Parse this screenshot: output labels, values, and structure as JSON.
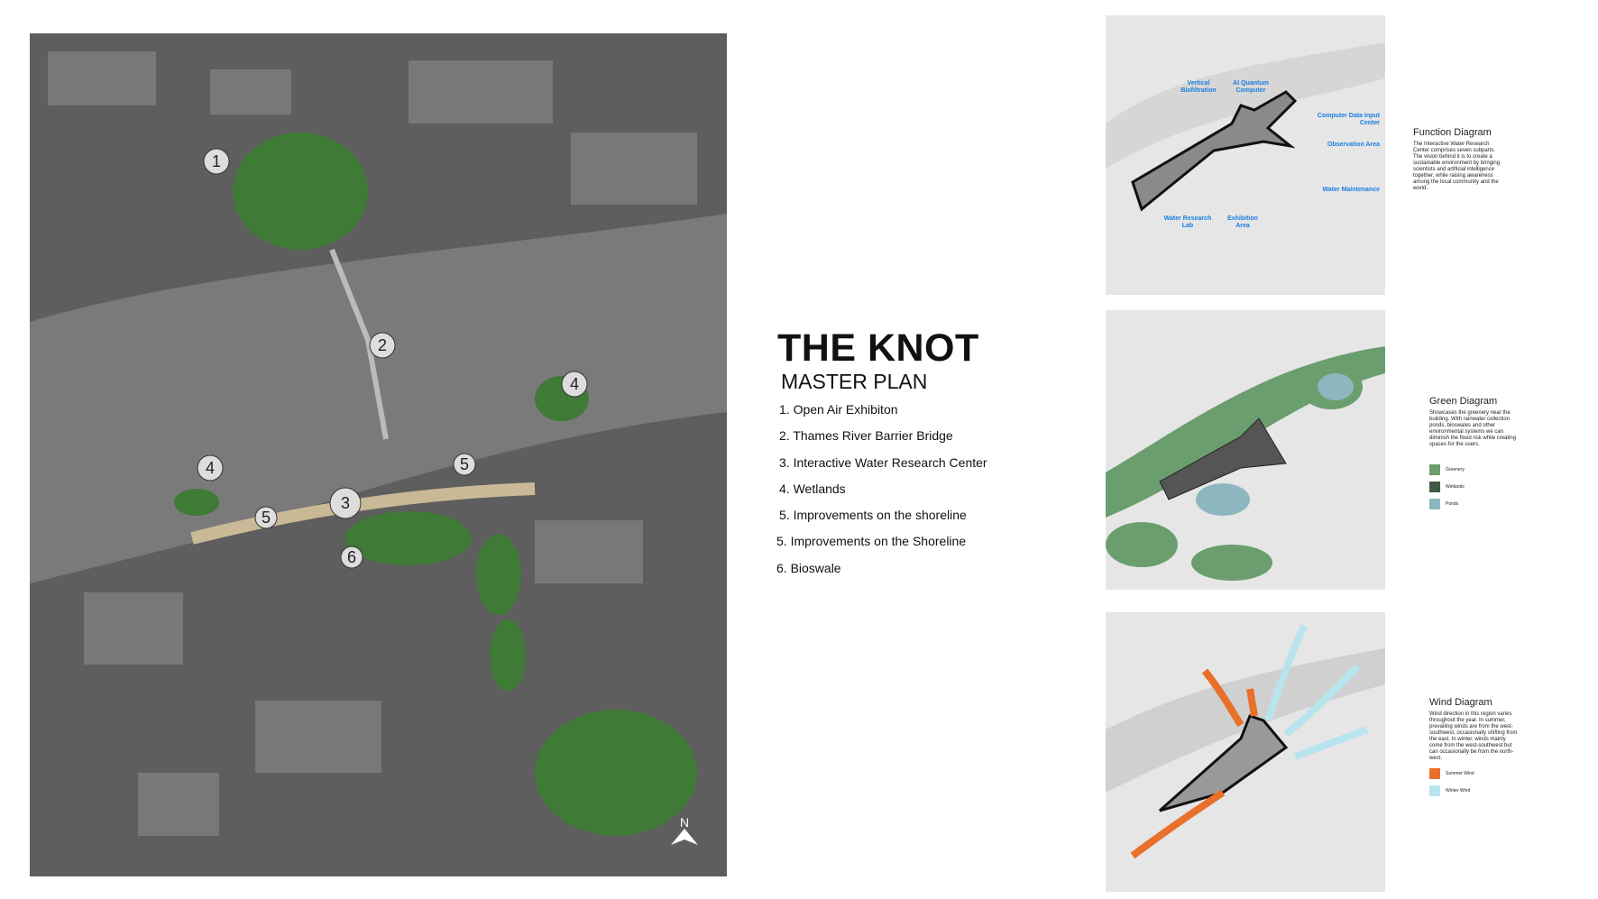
{
  "title": "THE KNOT",
  "subtitle": "MASTER PLAN",
  "legend": [
    "1. Open Air Exhibiton",
    "2. Thames River Barrier Bridge",
    "3. Interactive Water Research Center",
    "4. Wetlands",
    "5. Improvements on the shoreline",
    "5. Improvements on the Shoreline",
    "6. Bioswale"
  ],
  "map": {
    "markers": [
      "1",
      "2",
      "4",
      "4",
      "5",
      "3",
      "5",
      "6"
    ],
    "north_label": "N"
  },
  "function": {
    "heading": "Function Diagram",
    "text": "The Interactive Water Research Center comprises seven subparts. The vision behind it is to create a sustainable environment by bringing scientists and artificial intelligence together, while raising awareness among the local community and the world.",
    "labels": [
      "Vertical Biofiltration",
      "AI Quantum Computer",
      "Computer Data Input Center",
      "Observation Area",
      "Water Maintenance",
      "Water Research Lab",
      "Exhibition Area"
    ],
    "color": "#1a7fe0"
  },
  "green": {
    "heading": "Green Diagram",
    "text": "Showcases the greenery near the building. With rainwater collection ponds, bioswales and other environmental systems we can diminish the flood risk while creating spaces for the users.",
    "swatches": [
      {
        "label": "Greenery",
        "color": "#6a9e6e"
      },
      {
        "label": "Wetlands",
        "color": "#3f5a45"
      },
      {
        "label": "Ponds",
        "color": "#8db7bf"
      }
    ]
  },
  "wind": {
    "heading": "Wind Diagram",
    "text": "Wind direction in this region varies throughout the year. In summer, prevailing winds are from the west-southwest, occasionally shifting from the east. In winter, winds mainly come from the west-southwest but can occasionally be from the north-west.",
    "swatches": [
      {
        "label": "Summer Wind",
        "color": "#e8702a"
      },
      {
        "label": "Winter Wind",
        "color": "#b8e4ee"
      }
    ]
  }
}
